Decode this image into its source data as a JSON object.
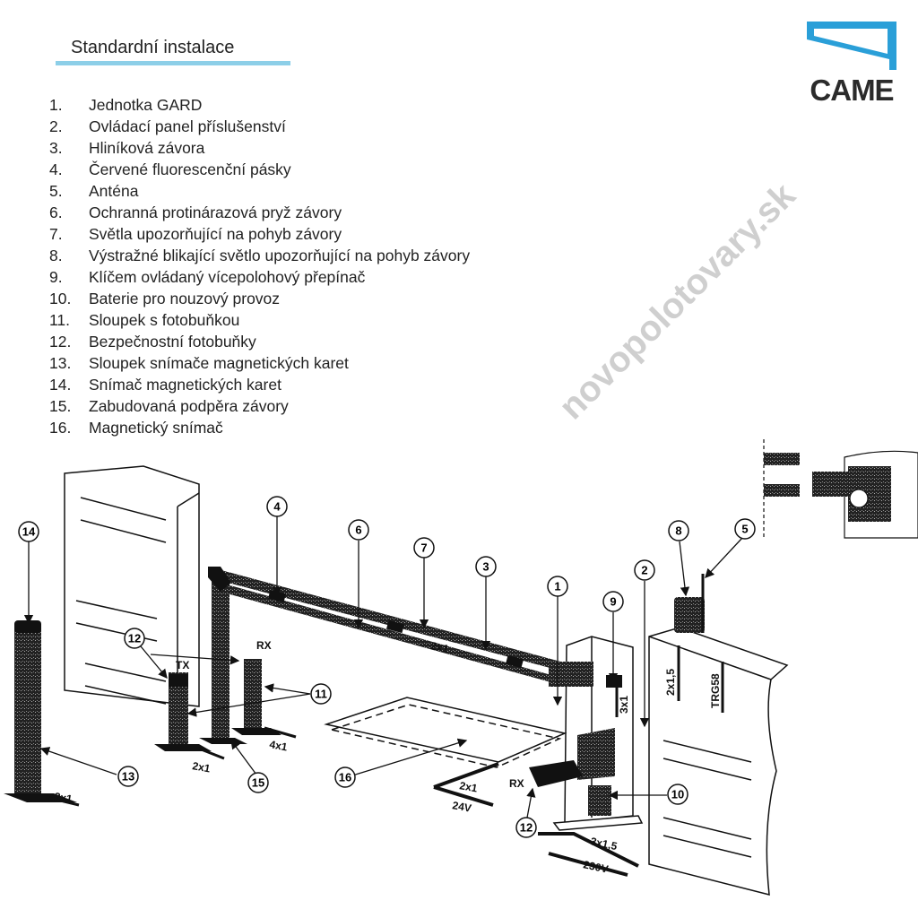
{
  "header": {
    "title": "Standardní instalace",
    "accent_color": "#8dcfe8"
  },
  "brand": {
    "logo_text": "CAME",
    "logo_color": "#2a9fd8"
  },
  "legend": [
    {
      "num": "1.",
      "label": "Jednotka GARD"
    },
    {
      "num": "2.",
      "label": "Ovládací panel příslušenství"
    },
    {
      "num": "3.",
      "label": "Hliníková závora"
    },
    {
      "num": "4.",
      "label": "Červené fluorescenční pásky"
    },
    {
      "num": "5.",
      "label": "Anténa"
    },
    {
      "num": "6.",
      "label": "Ochranná protinárazová pryž závory"
    },
    {
      "num": "7.",
      "label": "Světla upozorňující na pohyb závory"
    },
    {
      "num": "8.",
      "label": "Výstražné blikající světlo upozorňující na pohyb závory"
    },
    {
      "num": "9.",
      "label": "Klíčem ovládaný vícepolohový přepínač"
    },
    {
      "num": "10.",
      "label": "Baterie pro nouzový provoz"
    },
    {
      "num": "11.",
      "label": "Sloupek s fotobuňkou"
    },
    {
      "num": "12.",
      "label": "Bezpečnostní fotobuňky"
    },
    {
      "num": "13.",
      "label": "Sloupek snímače magnetických karet"
    },
    {
      "num": "14.",
      "label": "Snímač magnetických karet"
    },
    {
      "num": "15.",
      "label": "Zabudovaná podpěra závory"
    },
    {
      "num": "16.",
      "label": "Magnetický snímač"
    }
  ],
  "diagram": {
    "callouts": [
      "1",
      "2",
      "3",
      "4",
      "5",
      "6",
      "7",
      "8",
      "9",
      "10",
      "11",
      "12",
      "12",
      "13",
      "14",
      "15",
      "16"
    ],
    "labels": {
      "tx": "TX",
      "rx_post": "RX",
      "rx_unit": "RX",
      "cable_beam": "2x1",
      "cable_13": "2x1",
      "cable_tx": "2x1",
      "cable_rx": "4x1",
      "cable_16_a": "2x1",
      "cable_16_b": "24V",
      "cable_9": "3x1",
      "cable_8": "2x1,5",
      "cable_5": "TRG58",
      "power_a": "3x1,5",
      "power_b": "230V~"
    }
  },
  "watermark": "novopolotovary.sk"
}
